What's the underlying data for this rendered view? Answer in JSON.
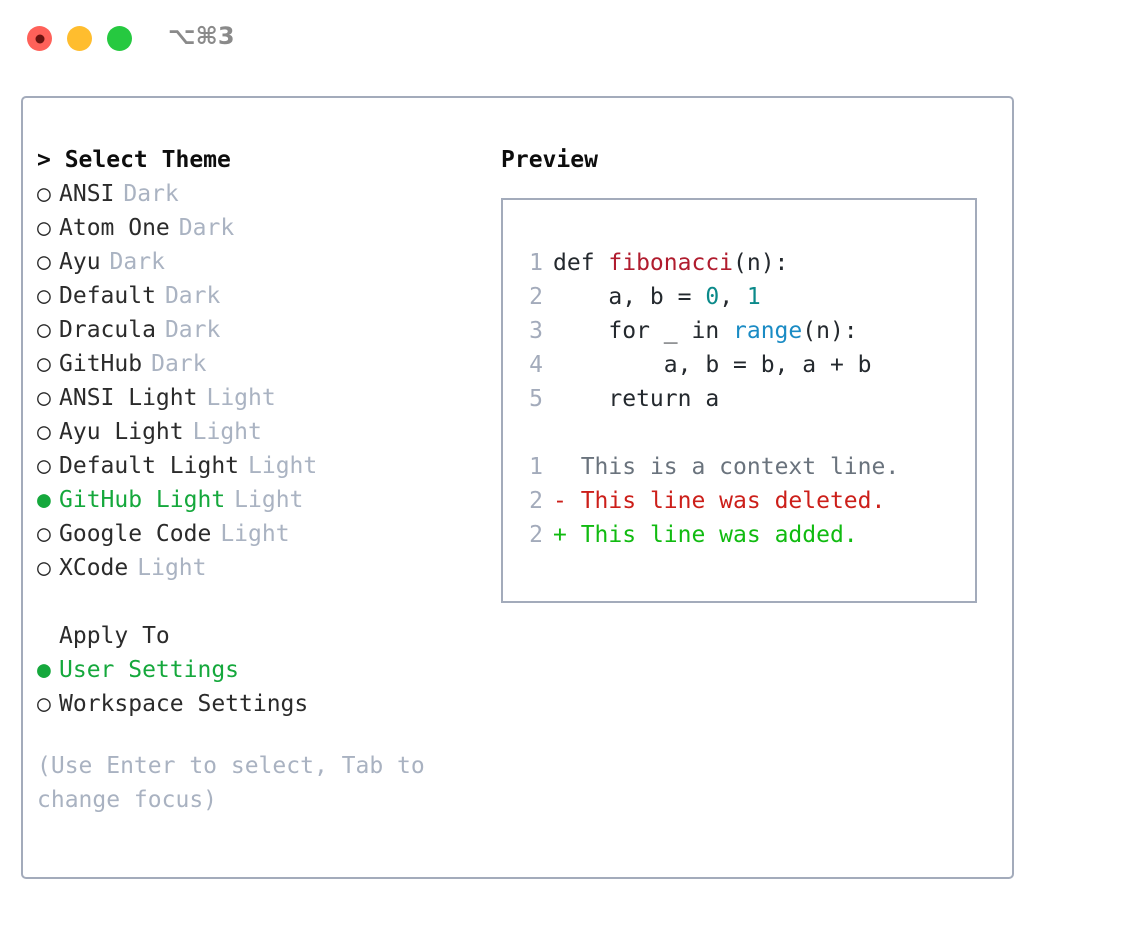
{
  "titlebar": {
    "shortcut": "⌥⌘3",
    "buttons": [
      "close",
      "minimize",
      "maximize"
    ]
  },
  "colors": {
    "accent_green": "#15a83c",
    "border": "#a3abbb",
    "badge": "#aab3c2",
    "hint": "#a9b2c1",
    "text": "#2b2b2b",
    "fn_red": "#b01c2e",
    "num_teal": "#0b8a8a",
    "call_blue": "#1a8bc4",
    "diff_add": "#11bb11",
    "diff_del": "#cc1f1a"
  },
  "theme_picker": {
    "header": "> Select Theme",
    "options": [
      {
        "bullet": "○",
        "label": "ANSI",
        "badge": "Dark",
        "selected": false
      },
      {
        "bullet": "○",
        "label": "Atom One",
        "badge": "Dark",
        "selected": false
      },
      {
        "bullet": "○",
        "label": "Ayu",
        "badge": "Dark",
        "selected": false
      },
      {
        "bullet": "○",
        "label": "Default",
        "badge": "Dark",
        "selected": false
      },
      {
        "bullet": "○",
        "label": "Dracula",
        "badge": "Dark",
        "selected": false
      },
      {
        "bullet": "○",
        "label": "GitHub",
        "badge": "Dark",
        "selected": false
      },
      {
        "bullet": "○",
        "label": "ANSI Light",
        "badge": "Light",
        "selected": false
      },
      {
        "bullet": "○",
        "label": "Ayu Light",
        "badge": "Light",
        "selected": false
      },
      {
        "bullet": "○",
        "label": "Default Light",
        "badge": "Light",
        "selected": false
      },
      {
        "bullet": "●",
        "label": "GitHub Light",
        "badge": "Light",
        "selected": true
      },
      {
        "bullet": "○",
        "label": "Google Code",
        "badge": "Light",
        "selected": false
      },
      {
        "bullet": "○",
        "label": "XCode",
        "badge": "Light",
        "selected": false
      }
    ]
  },
  "apply_to": {
    "header": "Apply To",
    "options": [
      {
        "bullet": "●",
        "label": "User Settings",
        "selected": true
      },
      {
        "bullet": "○",
        "label": "Workspace Settings",
        "selected": false
      }
    ]
  },
  "hint": "(Use Enter to select, Tab to change focus)",
  "preview": {
    "title": "Preview",
    "code_lines": [
      {
        "num": "1",
        "segments": [
          {
            "text": "def ",
            "style": "plain"
          },
          {
            "text": "fibonacci",
            "style": "fn"
          },
          {
            "text": "(n):",
            "style": "plain"
          }
        ]
      },
      {
        "num": "2",
        "segments": [
          {
            "text": "    a, b = ",
            "style": "plain"
          },
          {
            "text": "0",
            "style": "num"
          },
          {
            "text": ", ",
            "style": "plain"
          },
          {
            "text": "1",
            "style": "num"
          }
        ]
      },
      {
        "num": "3",
        "segments": [
          {
            "text": "    for _ in ",
            "style": "plain"
          },
          {
            "text": "range",
            "style": "call"
          },
          {
            "text": "(n):",
            "style": "plain"
          }
        ]
      },
      {
        "num": "4",
        "segments": [
          {
            "text": "        a, b = b, a + b",
            "style": "plain"
          }
        ]
      },
      {
        "num": "5",
        "segments": [
          {
            "text": "    return a",
            "style": "plain"
          }
        ]
      }
    ],
    "diff_lines": [
      {
        "num": "1",
        "marker": "  ",
        "text": "This is a context line.",
        "kind": "ctx"
      },
      {
        "num": "2",
        "marker": "- ",
        "text": "This line was deleted.",
        "kind": "del"
      },
      {
        "num": "2",
        "marker": "+ ",
        "text": "This line was added.",
        "kind": "add"
      }
    ]
  }
}
